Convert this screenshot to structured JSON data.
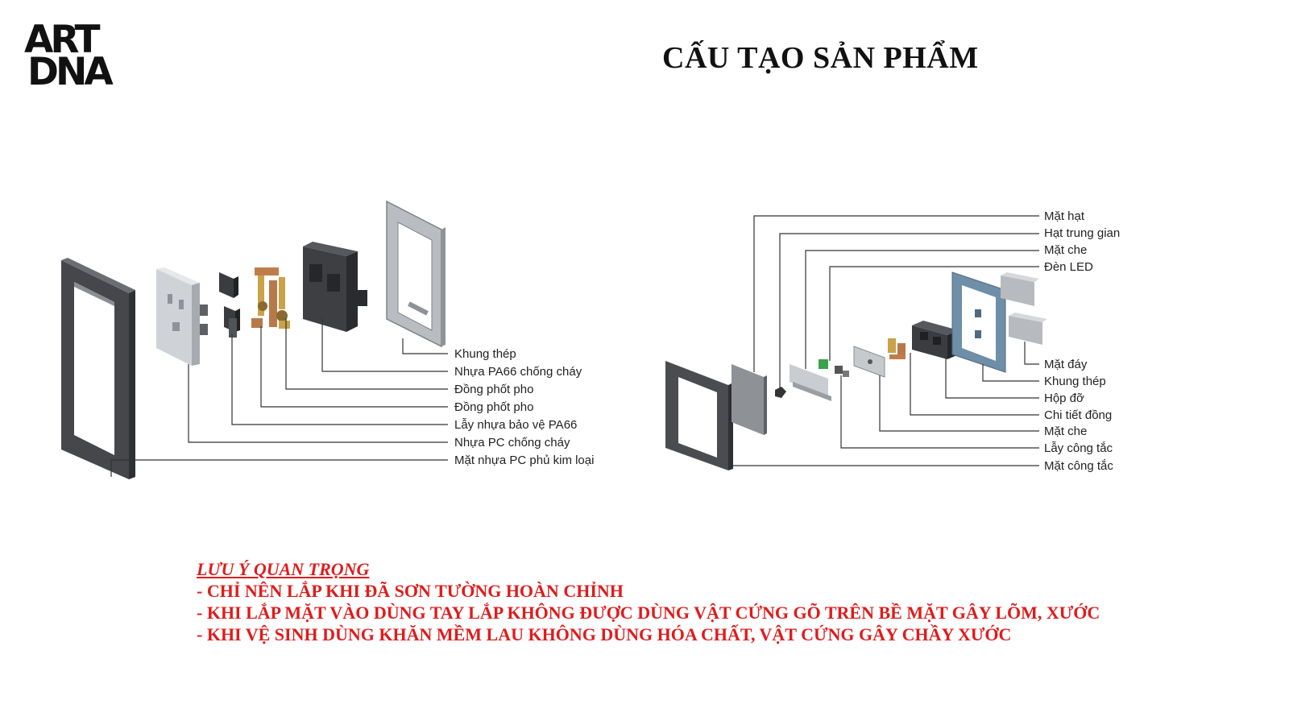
{
  "logo": {
    "line1": "ART",
    "line2": "DNA"
  },
  "title": "CẤU TẠO SẢN PHẨM",
  "socket_diagram": {
    "labels": [
      "Khung thép",
      "Nhựa PA66 chống cháy",
      "Đồng phốt pho",
      "Đồng phốt pho",
      "Lẫy nhựa bảo vệ PA66",
      "Nhựa PC chống cháy",
      "Mặt nhựa PC phủ kim loại"
    ]
  },
  "switch_diagram": {
    "labels_top": [
      "Mặt hạt",
      "Hạt trung gian",
      "Mặt che",
      "Đèn LED"
    ],
    "labels_bottom": [
      "Mặt đáy",
      "Khung thép",
      "Hộp đỡ",
      "Chi tiết đồng",
      "Mặt che",
      "Lẫy công tắc",
      "Mặt công tắc"
    ]
  },
  "notes": {
    "heading": "LƯU Ý QUAN TRỌNG",
    "lines": [
      "- CHỈ NÊN LẮP KHI ĐÃ SƠN TƯỜNG HOÀN CHỈNH",
      "- KHI LẮP MẶT VÀO DÙNG TAY LẮP KHÔNG ĐƯỢC DÙNG VẬT CỨNG GÕ TRÊN BỀ MẶT GÂY LÕM, XƯỚC",
      "- KHI VỆ SINH DÙNG KHĂN MỀM LAU KHÔNG DÙNG HÓA CHẤT, VẬT CỨNG GÂY CHẦY XƯỚC"
    ]
  },
  "colors": {
    "title": "#111111",
    "notes": "#e01b1b",
    "leader_line": "#333333",
    "frame_dark": "#4a4c50",
    "steel": "#b8bcc0",
    "steel_blue": "#6f8fa8",
    "copper": "#b8794a"
  }
}
